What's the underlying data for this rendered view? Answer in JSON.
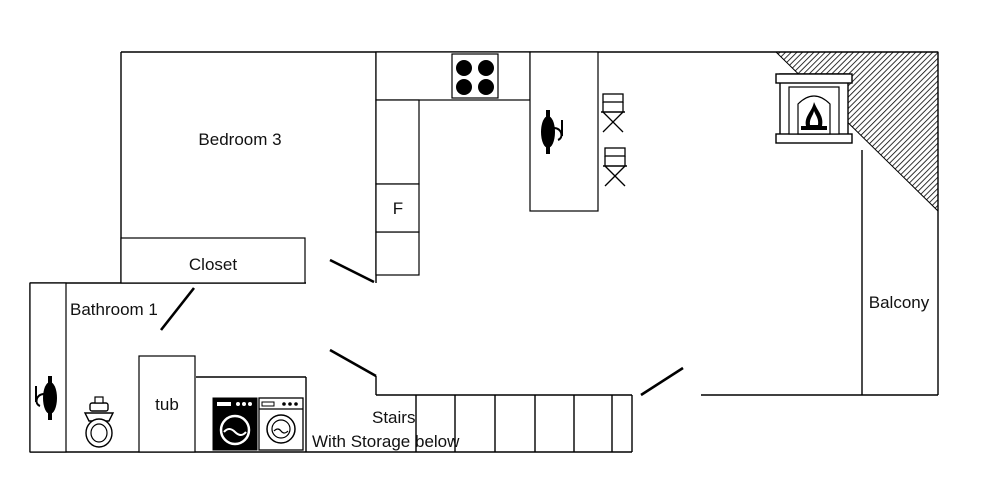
{
  "rooms": {
    "bedroom": "Bedroom 3",
    "closet": "Closet",
    "bathroom": "Bathroom 1",
    "tub": "tub",
    "fridge": "F",
    "stairs": "Stairs",
    "stairs_note": "With Storage below",
    "balcony": "Balcony"
  },
  "icons": {
    "stove": "stove-icon",
    "sink": "sink-icon",
    "chair": "chair-icon",
    "fireplace": "fireplace-icon",
    "toilet": "toilet-icon",
    "washer": "washer-icon",
    "dryer": "dryer-icon"
  },
  "colors": {
    "line": "#000000",
    "background": "#ffffff"
  }
}
